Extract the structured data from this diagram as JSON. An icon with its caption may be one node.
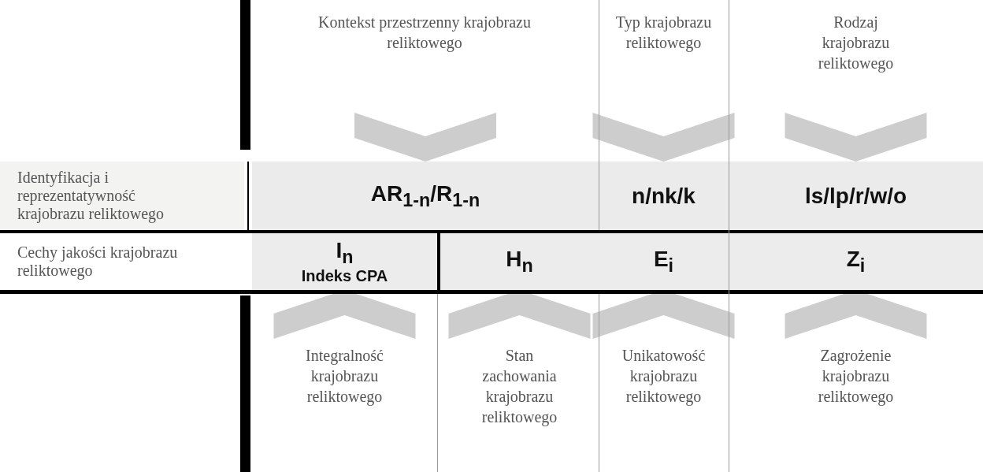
{
  "diagram": {
    "nodes": [
      {
        "text": [
          "Kontekst przestrzenny krajobrazu reliktowego"
        ]
      },
      {
        "text": [
          "Typ krajobrazu reliktowego"
        ]
      },
      {
        "text": [
          "Rodzaj krajobrazu reliktowego"
        ]
      },
      {
        "text": [
          "Identyfikacja i reprezentatywność krajobrazu reliktowego"
        ]
      },
      {
        "text": [
          "AR$_{1-n}$/R$_{1-n}$"
        ]
      },
      {
        "text": [
          "n/nk/k"
        ]
      },
      {
        "text": [
          "ls/lp/r/w/o"
        ]
      },
      {
        "text": [
          "Cechy jakości krajobrazu reliktowego"
        ]
      },
      {
        "text": [
          "I$_{n}$",
          "Indeks CPA"
        ]
      },
      {
        "text": [
          "H$_{n}$"
        ]
      },
      {
        "text": [
          "E$_{i}$"
        ]
      },
      {
        "text": [
          "Z$_{i}$"
        ]
      },
      {
        "text": [
          "Integralność krajobrazu reliktowego"
        ]
      },
      {
        "text": [
          "Stan zachowania krajobrazu reliktowego"
        ]
      },
      {
        "text": [
          "Unikatowość krajobrazu reliktowego"
        ]
      },
      {
        "text": [
          "Zagrożenie krajobrazu reliktowego"
        ]
      }
    ],
    "edges": [
      {
        "from": 0,
        "to": 4,
        "arrow": "to"
      },
      {
        "from": 1,
        "to": 5,
        "arrow": "to"
      },
      {
        "from": 2,
        "to": 6,
        "arrow": "to"
      },
      {
        "from": 12,
        "to": 8,
        "arrow": "to"
      },
      {
        "from": 13,
        "to": 9,
        "arrow": "to"
      },
      {
        "from": 14,
        "to": 10,
        "arrow": "to"
      },
      {
        "from": 15,
        "to": 11,
        "arrow": "to"
      }
    ]
  }
}
